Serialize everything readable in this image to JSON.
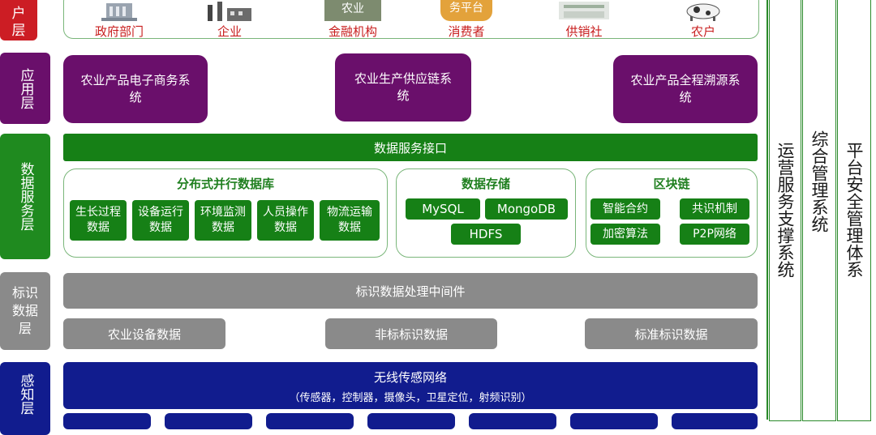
{
  "layers": {
    "user": {
      "label": "户层",
      "items": [
        "政府部门",
        "企业",
        "金融机构",
        "消费者",
        "供销社",
        "农户"
      ],
      "icon_overlays": [
        "农业",
        "务平台"
      ]
    },
    "application": {
      "label": "应用层",
      "items": [
        "农业产品电子商务系统",
        "农业生产供应链系统",
        "农业产品全程溯源系统"
      ]
    },
    "data_service": {
      "label": "数据服务层",
      "interface": "数据服务接口",
      "distributed_db": {
        "title": "分布式并行数据库",
        "items": [
          "生长过程数据",
          "设备运行数据",
          "环境监测数据",
          "人员操作数据",
          "物流运输数据"
        ]
      },
      "storage": {
        "title": "数据存储",
        "items": [
          "MySQL",
          "MongoDB",
          "HDFS"
        ]
      },
      "blockchain": {
        "title": "区块链",
        "items": [
          "智能合约",
          "共识机制",
          "加密算法",
          "P2P网络"
        ]
      }
    },
    "identification": {
      "label": "标识数据层",
      "middleware": "标识数据处理中间件",
      "items": [
        "农业设备数据",
        "非标标识数据",
        "标准标识数据"
      ]
    },
    "perception": {
      "label": "感知层",
      "network": "无线传感网络",
      "network_sub": "（传感器，控制器，摄像头，卫星定位，射频识别）"
    }
  },
  "side_columns": [
    "运营服务支撑系统",
    "综合管理系统",
    "平台安全管理体系"
  ],
  "colors": {
    "red": "#cc1d24",
    "purple": "#6a0f6b",
    "green": "#1f8a1f",
    "gray": "#8a8a8a",
    "navy": "#111c8e"
  }
}
